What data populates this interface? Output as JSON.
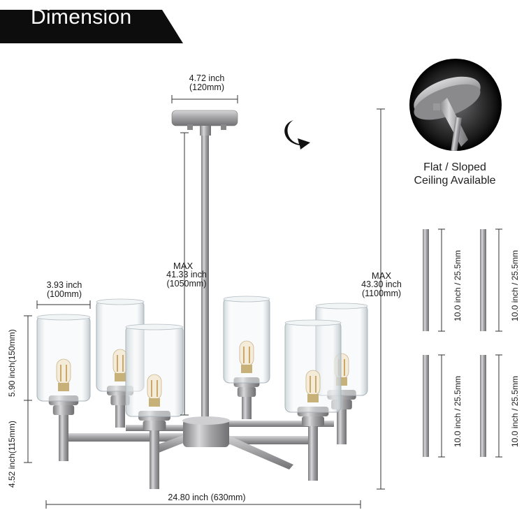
{
  "banner": {
    "title": "Dimension"
  },
  "dimensions": {
    "canopy_width": {
      "line1": "4.72 inch",
      "line2": "(120mm)"
    },
    "shade_width": {
      "line1": "3.93 inch",
      "line2": "(100mm)"
    },
    "shade_height": "5.90 inch(150mm)",
    "holder_height": "4.52 inch(115mm)",
    "rod_height": {
      "label": "MAX",
      "line1": "41.33 inch",
      "line2": "(1050mm)"
    },
    "total_height": {
      "label": "MAX",
      "line1": "43.30 inch",
      "line2": "(1100mm)"
    },
    "total_width": "24.80 inch (630mm)"
  },
  "ceiling_note": {
    "line1": "Flat / Sloped",
    "line2": "Ceiling Available"
  },
  "rods": [
    {
      "label": "10.0 inch / 25.5mm"
    },
    {
      "label": "10.0 inch / 25.5mm"
    },
    {
      "label": "10.0 inch / 25.5mm"
    },
    {
      "label": "10.0 inch / 25.5mm"
    }
  ],
  "colors": {
    "banner": "#0d0d0d",
    "metal": "#a9a9ab",
    "glass": "#e6ecef"
  },
  "icons": [
    "rotate-arrow-icon"
  ]
}
